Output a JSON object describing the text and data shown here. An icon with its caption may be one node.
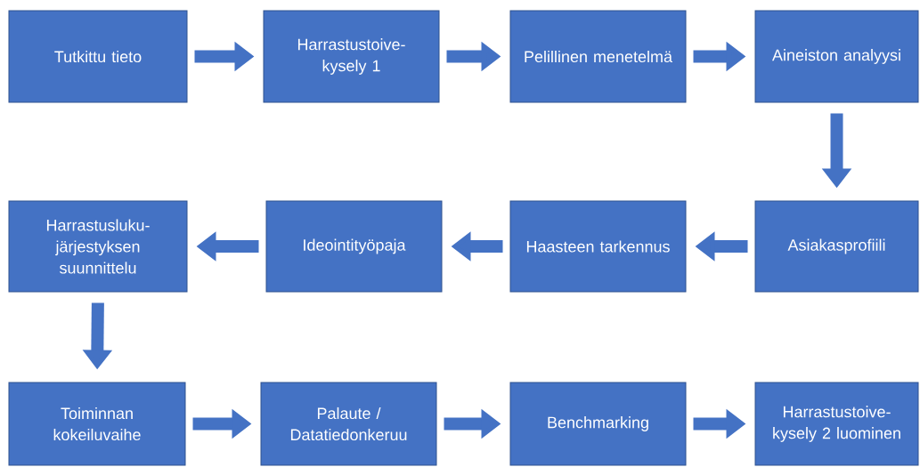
{
  "diagram": {
    "nodes": [
      {
        "text": [
          "Tutkittu tieto"
        ]
      },
      {
        "text": [
          "Harrastustoive-kysely 1"
        ]
      },
      {
        "text": [
          "Pelillinen menetelmä"
        ]
      },
      {
        "text": [
          "Aineiston analyysi"
        ]
      },
      {
        "text": [
          "Asiakasprofiili"
        ]
      },
      {
        "text": [
          "Haasteen tarkennus"
        ]
      },
      {
        "text": [
          "Ideointityöpaja"
        ]
      },
      {
        "text": [
          "Harrastusluku-järjestyksen suunnittelu"
        ]
      },
      {
        "text": [
          "Toiminnan kokeiluvaihe"
        ]
      },
      {
        "text": [
          "Palaute / Datatiedonkeruu"
        ]
      },
      {
        "text": [
          "Benchmarking"
        ]
      },
      {
        "text": [
          "Harrastustoive-kysely 2 luominen"
        ]
      }
    ],
    "edges": [
      {
        "from": 0,
        "to": 1,
        "arrow": "to"
      },
      {
        "from": 1,
        "to": 2,
        "arrow": "to"
      },
      {
        "from": 2,
        "to": 3,
        "arrow": "to"
      },
      {
        "from": 3,
        "to": 4,
        "arrow": "to"
      },
      {
        "from": 4,
        "to": 5,
        "arrow": "to"
      },
      {
        "from": 5,
        "to": 6,
        "arrow": "to"
      },
      {
        "from": 6,
        "to": 7,
        "arrow": "to"
      },
      {
        "from": 7,
        "to": 8,
        "arrow": "to"
      },
      {
        "from": 8,
        "to": 9,
        "arrow": "to"
      },
      {
        "from": 9,
        "to": 10,
        "arrow": "to"
      },
      {
        "from": 10,
        "to": 11,
        "arrow": "to"
      }
    ]
  }
}
